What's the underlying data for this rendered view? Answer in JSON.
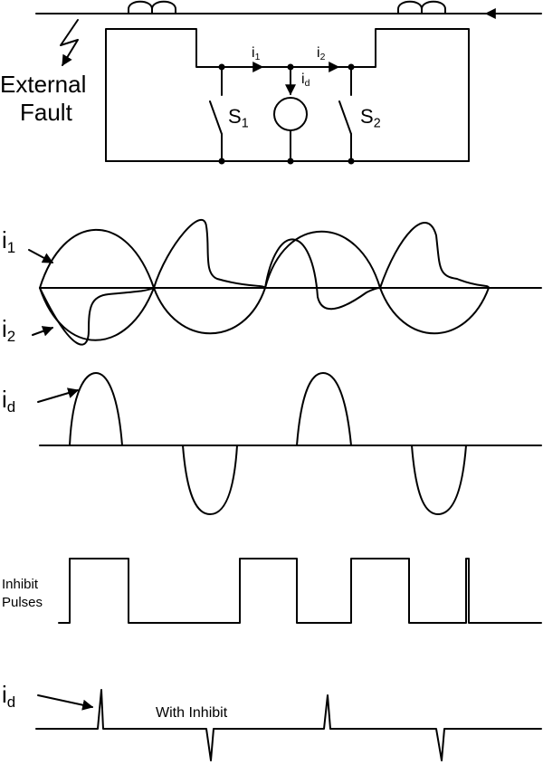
{
  "circuit": {
    "fault_label_line1": "External",
    "fault_label_line2": "Fault",
    "i1": {
      "main": "i",
      "sub": "1"
    },
    "i2": {
      "main": "i",
      "sub": "2"
    },
    "id": {
      "main": "i",
      "sub": "d"
    },
    "s1": {
      "main": "S",
      "sub": "1"
    },
    "s2": {
      "main": "S",
      "sub": "2"
    }
  },
  "waveforms": {
    "i1": {
      "main": "i",
      "sub": "1"
    },
    "i2": {
      "main": "i",
      "sub": "2"
    },
    "id": {
      "main": "i",
      "sub": "d"
    },
    "inhibit_line1": "Inhibit",
    "inhibit_line2": "Pulses",
    "id_inhibit": {
      "main": "i",
      "sub": "d"
    },
    "with_inhibit": "With Inhibit"
  },
  "colors": {
    "stroke": "#000000",
    "background": "#ffffff"
  }
}
